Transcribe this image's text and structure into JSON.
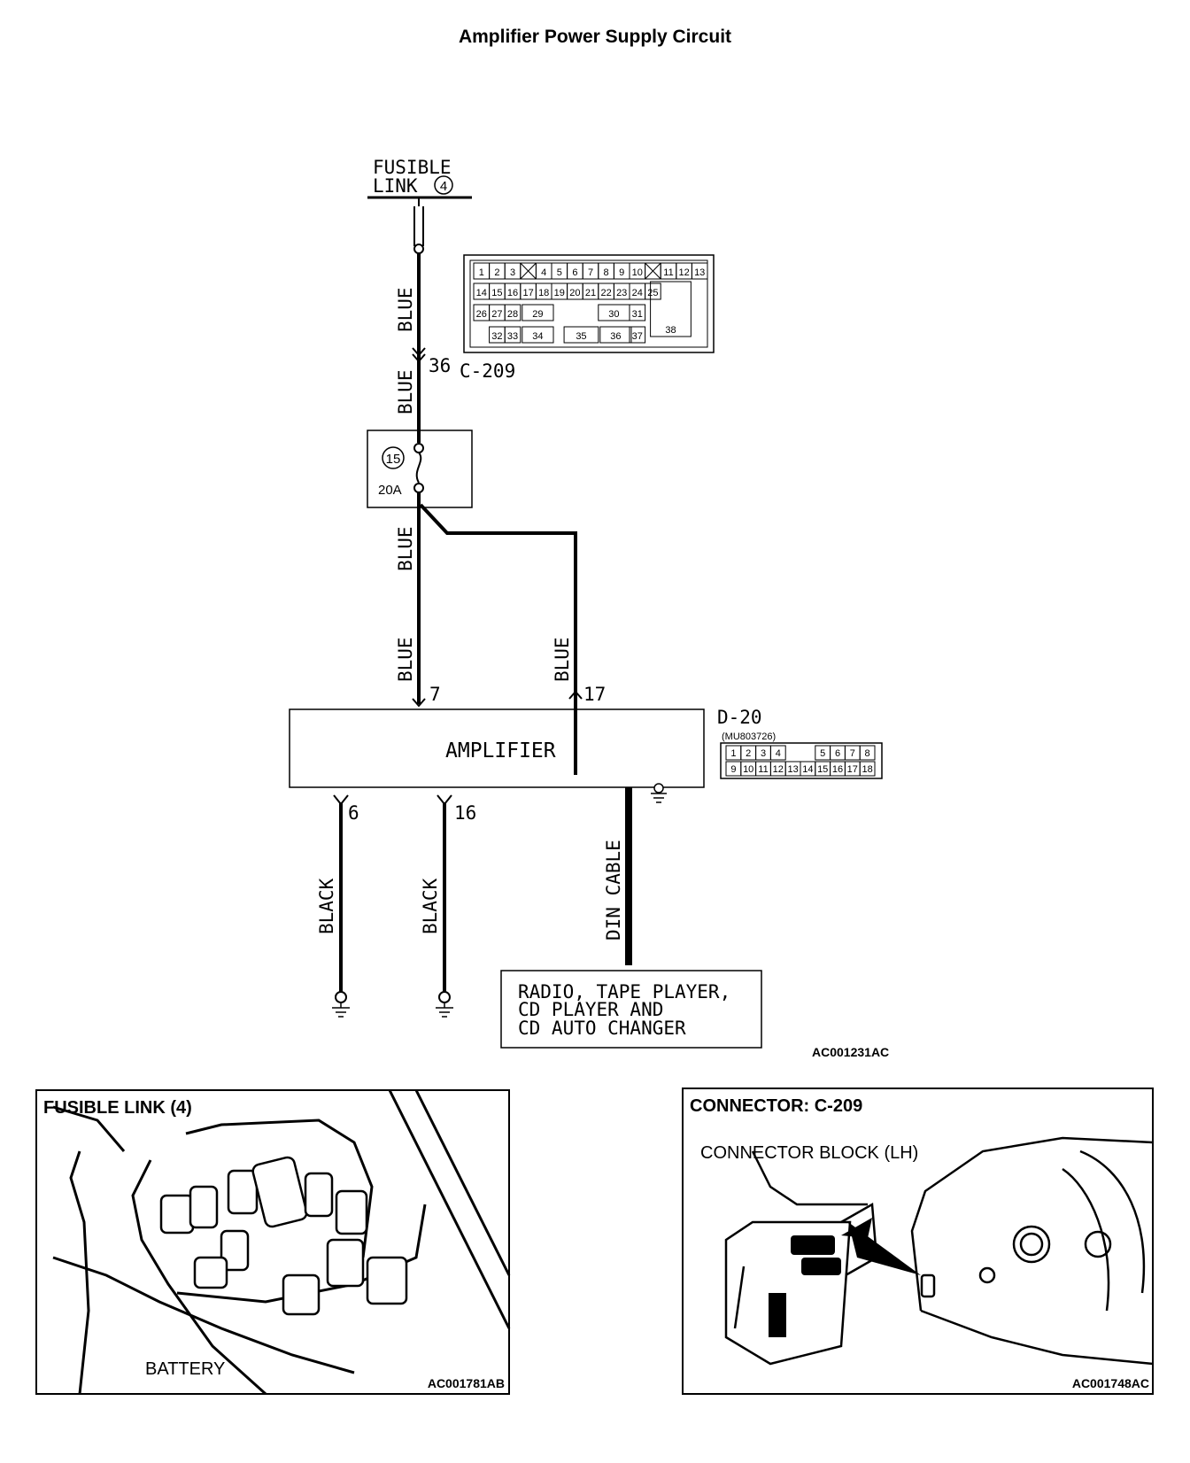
{
  "title": "Amplifier Power Supply Circuit",
  "fusible_link": {
    "line1": "FUSIBLE",
    "line2": "LINK",
    "number": "4"
  },
  "connector_c209": {
    "pin": "36",
    "name": "C-209",
    "pin_rows": [
      [
        "1",
        "2",
        "3",
        "X",
        "4",
        "5",
        "6",
        "7",
        "8",
        "9",
        "10",
        "X",
        "11",
        "12",
        "13"
      ],
      [
        "14",
        "15",
        "16",
        "17",
        "18",
        "19",
        "20",
        "21",
        "22",
        "23",
        "24",
        "25"
      ],
      [
        "26",
        "27",
        "28",
        "29",
        "30",
        "31",
        "38"
      ],
      [
        "32",
        "33",
        "34",
        "35",
        "36",
        "37"
      ]
    ]
  },
  "fuse": {
    "number": "15",
    "rating": "20A"
  },
  "wires": {
    "w_upper1": "BLUE",
    "w_upper2": "BLUE",
    "w_mid": "BLUE",
    "w_left": "BLUE",
    "w_right": "BLUE",
    "w_ground1": "BLACK",
    "w_ground2": "BLACK",
    "w_din": "DIN CABLE"
  },
  "amplifier": {
    "label": "AMPLIFIER",
    "connector": "D-20",
    "part_number": "(MU803726)",
    "pins_in": [
      "7",
      "17"
    ],
    "pins_out": [
      "6",
      "16"
    ],
    "pin_rows": [
      [
        "1",
        "2",
        "3",
        "4",
        "5",
        "6",
        "7",
        "8"
      ],
      [
        "9",
        "10",
        "11",
        "12",
        "13",
        "14",
        "15",
        "16",
        "17",
        "18"
      ]
    ]
  },
  "radio_box": {
    "line1": "RADIO, TAPE PLAYER,",
    "line2": "CD PLAYER AND",
    "line3": "CD AUTO CHANGER"
  },
  "figure_code_main": "AC001231AC",
  "panel_left": {
    "title": "FUSIBLE LINK (4)",
    "callout": "BATTERY",
    "code": "AC001781AB"
  },
  "panel_right": {
    "title": "CONNECTOR: C-209",
    "callout": "CONNECTOR BLOCK (LH)",
    "code": "AC001748AC"
  }
}
